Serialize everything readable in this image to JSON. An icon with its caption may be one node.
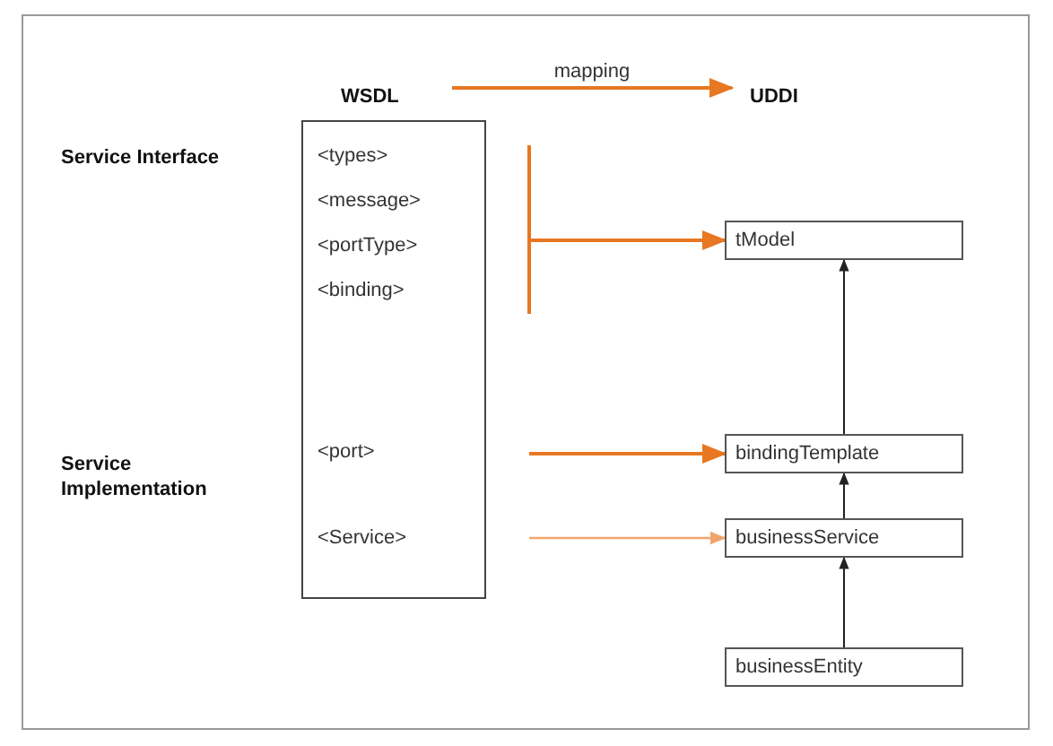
{
  "diagram": {
    "nodes": [
      {
        "text": [
          "WSDL"
        ]
      },
      {
        "text": [
          "UDDI"
        ]
      },
      {
        "text": [],
        "shape": "box"
      },
      {
        "text": [
          "<types>"
        ],
        "in": 2
      },
      {
        "text": [
          "<message>"
        ],
        "in": 2
      },
      {
        "text": [
          "<portType>"
        ],
        "in": 2
      },
      {
        "text": [
          "<binding>"
        ],
        "in": 2
      },
      {
        "text": [
          "<port>"
        ],
        "in": 2
      },
      {
        "text": [
          "<Service>"
        ],
        "in": 2
      },
      {
        "text": [
          "tModel"
        ]
      },
      {
        "text": [
          "bindingTemplate"
        ]
      },
      {
        "text": [
          "businessService"
        ]
      },
      {
        "text": [
          "businessEntity"
        ]
      }
    ],
    "edges": [
      {
        "from": 0,
        "to": 1,
        "arrow": "to",
        "label": "mapping",
        "color": "#e87722"
      },
      {
        "from": null,
        "to": 9,
        "arrow": "to",
        "color": "#e87722"
      },
      {
        "from": null,
        "to": 10,
        "arrow": "to",
        "color": "#e87722"
      },
      {
        "from": null,
        "to": 11,
        "arrow": "to",
        "color": "#f0a56e"
      },
      {
        "from": 10,
        "to": 9,
        "arrow": "to",
        "color": "#222222"
      },
      {
        "from": 11,
        "to": 10,
        "arrow": "to",
        "color": "#222222"
      },
      {
        "from": 12,
        "to": 11,
        "arrow": "to",
        "color": "#222222"
      }
    ],
    "labels": [
      "Service Interface",
      "Service Implementation"
    ]
  }
}
